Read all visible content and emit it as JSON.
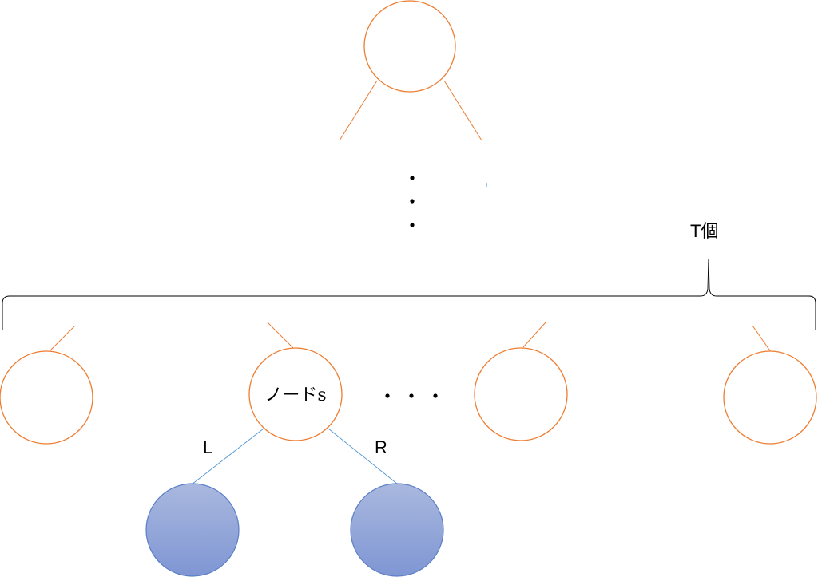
{
  "labels": {
    "node_s": "ノードs",
    "left_edge": "L",
    "right_edge": "R",
    "count": "T個"
  },
  "colors": {
    "node_stroke": "#ED7D31",
    "edge_upper": "#ED7D31",
    "edge_lower": "#5B9BD5",
    "child_fill_top": "#A9B8DE",
    "child_fill_bottom": "#7F96D4"
  }
}
